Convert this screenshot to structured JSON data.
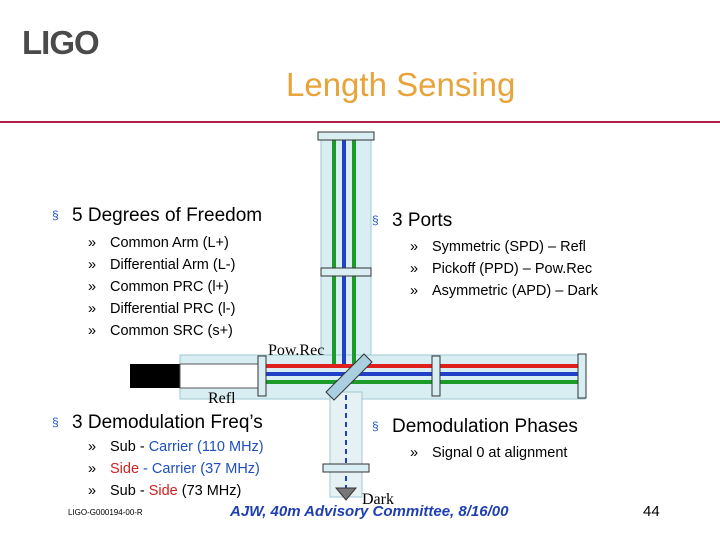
{
  "header": {
    "logo": "LIGO",
    "title": "Length Sensing"
  },
  "left_col": {
    "bullet1": "5 Degrees of Freedom",
    "dof_items": [
      "Common Arm (L+)",
      "Differential Arm (L-)",
      "Common PRC (l+)",
      "Differential PRC (l-)",
      "Common SRC (s+)"
    ],
    "bullet2": "3 Demodulation Freq’s",
    "freq_items": [
      {
        "a": "Sub - Carrier (110 MHz)",
        "parts": [
          "Sub - ",
          "Carrier",
          " (110 MHz)"
        ]
      },
      {
        "parts": [
          "Side",
          " - Carrier (37 MHz)"
        ]
      },
      {
        "parts": [
          "Sub - ",
          "Side",
          " (73 MHz)"
        ]
      }
    ]
  },
  "right_col": {
    "bullet1": "3 Ports",
    "port_items": [
      "Symmetric (SPD) – Refl",
      "Pickoff (PPD) – Pow.Rec",
      "Asymmetric (APD) – Dark"
    ],
    "bullet2": "Demodulation Phases",
    "phase_items": [
      "Signal 0 at alignment"
    ]
  },
  "diagram_labels": {
    "powrec": "Pow.Rec",
    "refl": "Refl",
    "dark": "Dark"
  },
  "footer": {
    "doc_id": "LIGO-G000194-00-R",
    "center": "AJW, 40m Advisory Committee, 8/16/00",
    "page": "44"
  },
  "sub_marker": "»",
  "bullet_marker": "§",
  "colors": {
    "title": "#e8a33a",
    "rule": "#b21e4a",
    "bullet": "#2255cc",
    "beam_green": "#1c9a2a",
    "beam_red": "#e0201c",
    "beam_blue": "#2040c8",
    "beam_light": "#cfe8ef"
  }
}
